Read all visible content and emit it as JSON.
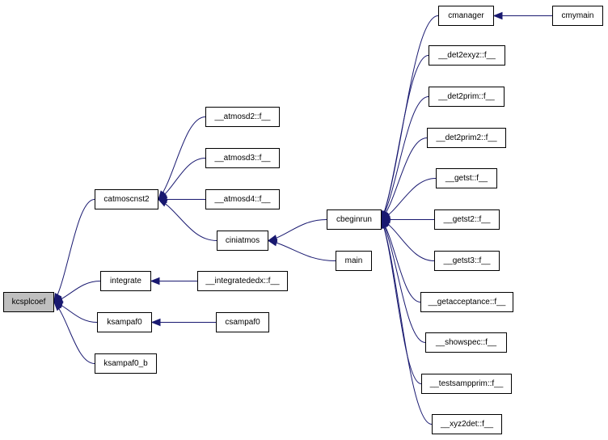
{
  "graph": {
    "root": "kcsplcoef",
    "colors": {
      "edge": "#191970",
      "node_border": "#000000",
      "root_fill": "#bfbfbf",
      "node_fill": "#ffffff"
    },
    "nodes": {
      "kcsplcoef": "kcsplcoef",
      "catmoscnst2": "catmoscnst2",
      "integrate": "integrate",
      "ksampaf0": "ksampaf0",
      "ksampaf0_b": "ksampaf0_b",
      "atmosd2": "__atmosd2::f__",
      "atmosd3": "__atmosd3::f__",
      "atmosd4": "__atmosd4::f__",
      "ciniatmos": "ciniatmos",
      "integratedx": "__integratededx::f__",
      "csampaf0": "csampaf0",
      "cbeginrun": "cbeginrun",
      "main": "main",
      "cmanager": "cmanager",
      "cmymain": "cmymain",
      "det2exyz": "__det2exyz::f__",
      "det2prim": "__det2prim::f__",
      "det2prim2": "__det2prim2::f__",
      "getst": "__getst::f__",
      "getst2": "__getst2::f__",
      "getst3": "__getst3::f__",
      "getacceptance": "__getacceptance::f__",
      "showspec": "__showspec::f__",
      "testsampprim": "__testsampprim::f__",
      "xyz2det": "__xyz2det::f__"
    },
    "edges": [
      [
        "catmoscnst2",
        "kcsplcoef"
      ],
      [
        "integrate",
        "kcsplcoef"
      ],
      [
        "ksampaf0",
        "kcsplcoef"
      ],
      [
        "ksampaf0_b",
        "kcsplcoef"
      ],
      [
        "atmosd2",
        "catmoscnst2"
      ],
      [
        "atmosd3",
        "catmoscnst2"
      ],
      [
        "atmosd4",
        "catmoscnst2"
      ],
      [
        "ciniatmos",
        "catmoscnst2"
      ],
      [
        "integratedx",
        "integrate"
      ],
      [
        "csampaf0",
        "ksampaf0"
      ],
      [
        "cbeginrun",
        "ciniatmos"
      ],
      [
        "main",
        "ciniatmos"
      ],
      [
        "cmanager",
        "cbeginrun"
      ],
      [
        "det2exyz",
        "cbeginrun"
      ],
      [
        "det2prim",
        "cbeginrun"
      ],
      [
        "det2prim2",
        "cbeginrun"
      ],
      [
        "getst",
        "cbeginrun"
      ],
      [
        "getst2",
        "cbeginrun"
      ],
      [
        "getst3",
        "cbeginrun"
      ],
      [
        "getacceptance",
        "cbeginrun"
      ],
      [
        "showspec",
        "cbeginrun"
      ],
      [
        "testsampprim",
        "cbeginrun"
      ],
      [
        "xyz2det",
        "cbeginrun"
      ],
      [
        "cmymain",
        "cmanager"
      ]
    ]
  }
}
